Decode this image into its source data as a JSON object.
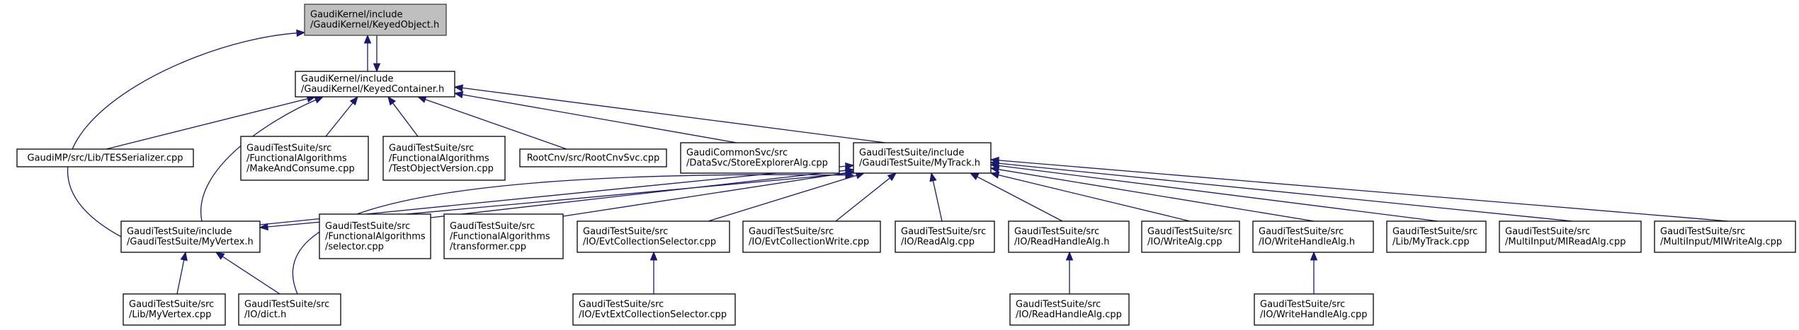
{
  "graph": {
    "edge_color": "#191970",
    "root_fill": "#bfbfbf",
    "nodes": [
      {
        "id": "keyedobject",
        "lines": [
          "GaudiKernel/include",
          "/GaudiKernel/KeyedObject.h"
        ],
        "root": true
      },
      {
        "id": "keyedcontainer",
        "lines": [
          "GaudiKernel/include",
          "/GaudiKernel/KeyedContainer.h"
        ]
      },
      {
        "id": "tesserializer",
        "lines": [
          "GaudiMP/src/Lib/TESSerializer.cpp"
        ]
      },
      {
        "id": "makeandconsume",
        "lines": [
          "GaudiTestSuite/src",
          "/FunctionalAlgorithms",
          "/MakeAndConsume.cpp"
        ]
      },
      {
        "id": "testobjectversion",
        "lines": [
          "GaudiTestSuite/src",
          "/FunctionalAlgorithms",
          "/TestObjectVersion.cpp"
        ]
      },
      {
        "id": "rootcnvsvc",
        "lines": [
          "RootCnv/src/RootCnvSvc.cpp"
        ]
      },
      {
        "id": "storeexploreralg",
        "lines": [
          "GaudiCommonSvc/src",
          "/DataSvc/StoreExplorerAlg.cpp"
        ]
      },
      {
        "id": "mytrack_h",
        "lines": [
          "GaudiTestSuite/include",
          "/GaudiTestSuite/MyTrack.h"
        ]
      },
      {
        "id": "myvertex_h",
        "lines": [
          "GaudiTestSuite/include",
          "/GaudiTestSuite/MyVertex.h"
        ]
      },
      {
        "id": "selector",
        "lines": [
          "GaudiTestSuite/src",
          "/FunctionalAlgorithms",
          "/selector.cpp"
        ]
      },
      {
        "id": "transformer",
        "lines": [
          "GaudiTestSuite/src",
          "/FunctionalAlgorithms",
          "/transformer.cpp"
        ]
      },
      {
        "id": "evtcollectionselector",
        "lines": [
          "GaudiTestSuite/src",
          "/IO/EvtCollectionSelector.cpp"
        ]
      },
      {
        "id": "evtcollectionwrite",
        "lines": [
          "GaudiTestSuite/src",
          "/IO/EvtCollectionWrite.cpp"
        ]
      },
      {
        "id": "readalg",
        "lines": [
          "GaudiTestSuite/src",
          "/IO/ReadAlg.cpp"
        ]
      },
      {
        "id": "readhandlealg_h",
        "lines": [
          "GaudiTestSuite/src",
          "/IO/ReadHandleAlg.h"
        ]
      },
      {
        "id": "writealg",
        "lines": [
          "GaudiTestSuite/src",
          "/IO/WriteAlg.cpp"
        ]
      },
      {
        "id": "writehandlealg_h",
        "lines": [
          "GaudiTestSuite/src",
          "/IO/WriteHandleAlg.h"
        ]
      },
      {
        "id": "libmytrack",
        "lines": [
          "GaudiTestSuite/src",
          "/Lib/MyTrack.cpp"
        ]
      },
      {
        "id": "mireadalg",
        "lines": [
          "GaudiTestSuite/src",
          "/MultiInput/MIReadAlg.cpp"
        ]
      },
      {
        "id": "miwritealg",
        "lines": [
          "GaudiTestSuite/src",
          "/MultiInput/MIWriteAlg.cpp"
        ]
      },
      {
        "id": "libmyvertex",
        "lines": [
          "GaudiTestSuite/src",
          "/Lib/MyVertex.cpp"
        ]
      },
      {
        "id": "dict",
        "lines": [
          "GaudiTestSuite/src",
          "/IO/dict.h"
        ]
      },
      {
        "id": "evtextcollectionselector",
        "lines": [
          "GaudiTestSuite/src",
          "/IO/EvtExtCollectionSelector.cpp"
        ]
      },
      {
        "id": "readhandlealg_cpp",
        "lines": [
          "GaudiTestSuite/src",
          "/IO/ReadHandleAlg.cpp"
        ]
      },
      {
        "id": "writehandlealg_cpp",
        "lines": [
          "GaudiTestSuite/src",
          "/IO/WriteHandleAlg.cpp"
        ]
      }
    ],
    "edges": [
      {
        "from": "keyedcontainer",
        "to": "keyedobject"
      },
      {
        "from": "keyedobject",
        "to": "keyedcontainer"
      },
      {
        "from": "myvertex_h",
        "to": "keyedobject"
      },
      {
        "from": "tesserializer",
        "to": "keyedcontainer"
      },
      {
        "from": "makeandconsume",
        "to": "keyedcontainer"
      },
      {
        "from": "testobjectversion",
        "to": "keyedcontainer"
      },
      {
        "from": "rootcnvsvc",
        "to": "keyedcontainer"
      },
      {
        "from": "storeexploreralg",
        "to": "keyedcontainer"
      },
      {
        "from": "mytrack_h",
        "to": "keyedcontainer"
      },
      {
        "from": "myvertex_h",
        "to": "keyedcontainer"
      },
      {
        "from": "myvertex_h",
        "to": "mytrack_h"
      },
      {
        "from": "mytrack_h",
        "to": "myvertex_h"
      },
      {
        "from": "selector",
        "to": "mytrack_h"
      },
      {
        "from": "transformer",
        "to": "mytrack_h"
      },
      {
        "from": "evtcollectionselector",
        "to": "mytrack_h"
      },
      {
        "from": "evtcollectionwrite",
        "to": "mytrack_h"
      },
      {
        "from": "readalg",
        "to": "mytrack_h"
      },
      {
        "from": "readhandlealg_h",
        "to": "mytrack_h"
      },
      {
        "from": "writealg",
        "to": "mytrack_h"
      },
      {
        "from": "writehandlealg_h",
        "to": "mytrack_h"
      },
      {
        "from": "libmytrack",
        "to": "mytrack_h"
      },
      {
        "from": "mireadalg",
        "to": "mytrack_h"
      },
      {
        "from": "miwritealg",
        "to": "mytrack_h"
      },
      {
        "from": "dict",
        "to": "mytrack_h"
      },
      {
        "from": "libmyvertex",
        "to": "myvertex_h"
      },
      {
        "from": "dict",
        "to": "myvertex_h"
      },
      {
        "from": "evtextcollectionselector",
        "to": "evtcollectionselector"
      },
      {
        "from": "readhandlealg_cpp",
        "to": "readhandlealg_h"
      },
      {
        "from": "writehandlealg_cpp",
        "to": "writehandlealg_h"
      }
    ]
  }
}
